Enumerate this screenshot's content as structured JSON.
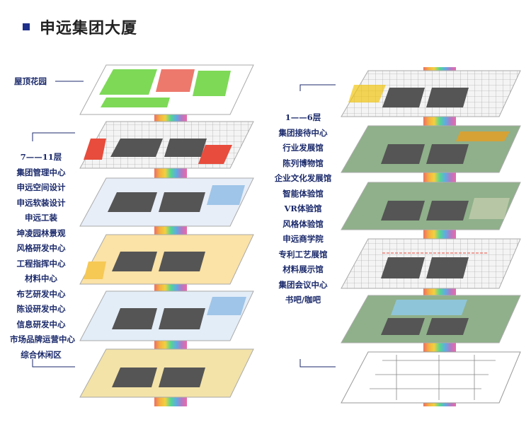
{
  "title": "申远集团大厦",
  "colors": {
    "accent": "#1e2f8a",
    "label": "#1b2a6b",
    "roof_green": "#7ed957",
    "lawn": "#8fb08a",
    "slab_dark": "#555555"
  },
  "left_building": {
    "roof_label": "屋顶花园",
    "floors_label": "7——11层",
    "functions": [
      "集团管理中心",
      "申远空间设计",
      "申远软装设计",
      "申远工装",
      "坤凌园林景观",
      "风格研发中心",
      "工程指挥中心",
      "材料中心",
      "布艺研发中心",
      "陈设研发中心",
      "信息研发中心",
      "市场品牌运营中心",
      "综合休闲区"
    ]
  },
  "right_building": {
    "floors_label": "1——6层",
    "functions": [
      "集团接待中心",
      "行业发展馆",
      "陈列博物馆",
      "企业文化发展馆",
      "智能体验馆",
      "VR体验馆",
      "风格体验馆",
      "申远商学院",
      "专利工艺展馆",
      "材料展示馆",
      "集团会议中心",
      "书吧/咖吧"
    ]
  }
}
